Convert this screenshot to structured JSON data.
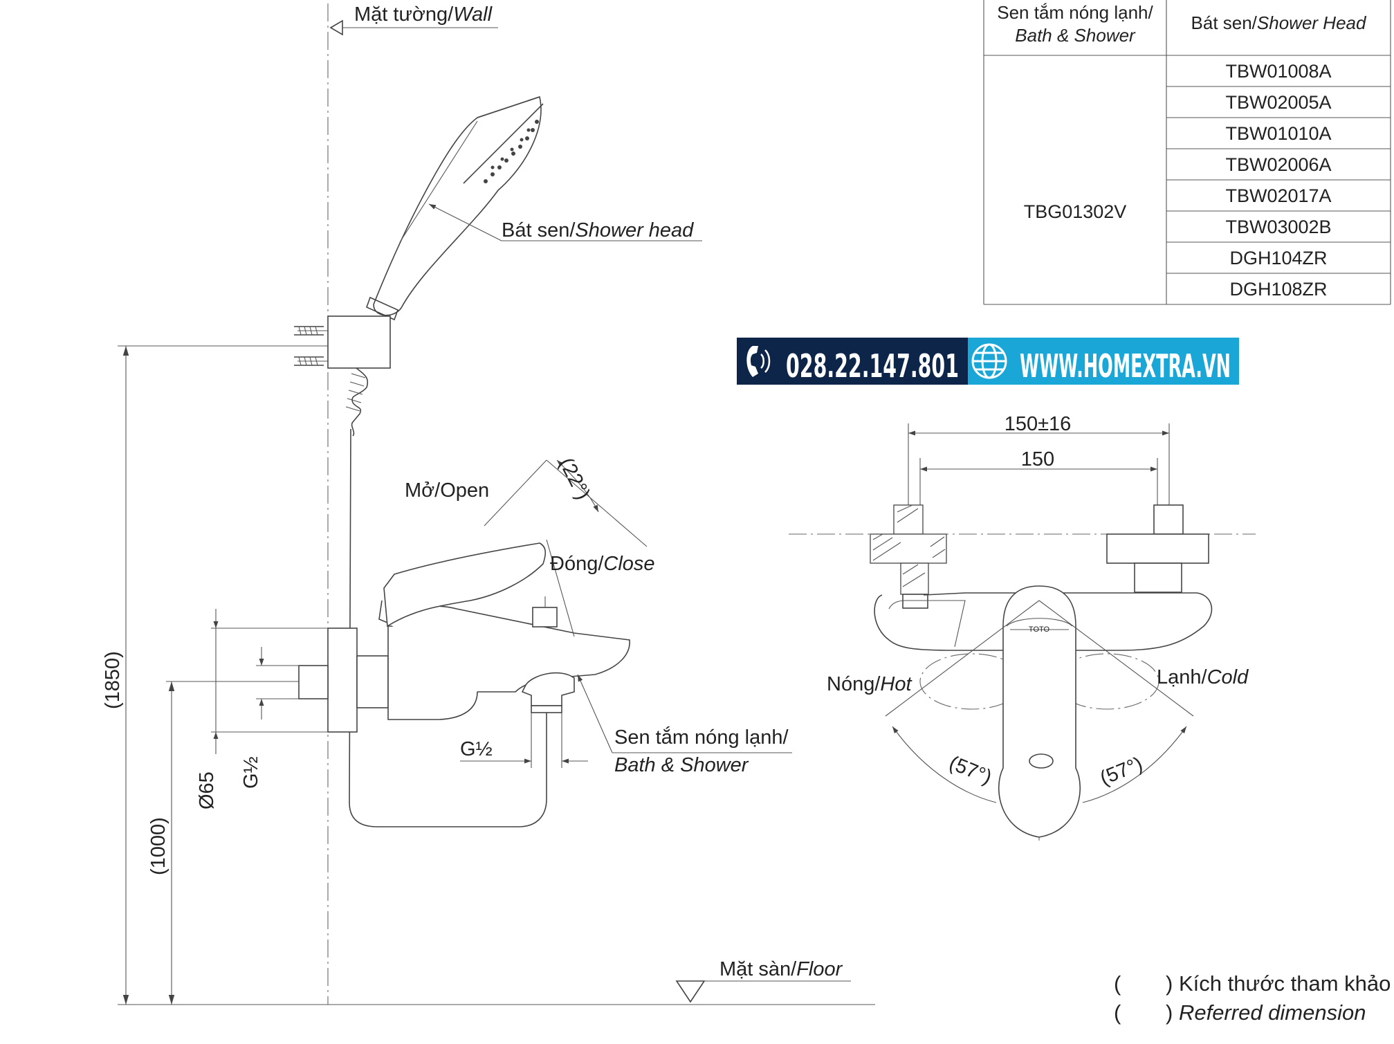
{
  "labels": {
    "wall_vi": "Mặt tường/",
    "wall_en": "Wall",
    "shower_head_vi": "Bát sen/",
    "shower_head_en": "Shower head",
    "open": "Mở/Open",
    "open_angle": "(22°)",
    "close_vi": "Đóng/",
    "close_en": "Close",
    "g_half_1": "G½",
    "g_half_2": "G½",
    "dia65": "Ø65",
    "mixer_vi": "Sen tắm nóng lạnh/",
    "mixer_en": "Bath & Shower",
    "height_1850": "(1850)",
    "height_1000": "(1000)",
    "floor_vi": "Mặt sàn/",
    "floor_en": "Floor",
    "dim_150_16": "150±16",
    "dim_150": "150",
    "hot_vi": "Nóng/",
    "hot_en": "Hot",
    "cold_vi": "Lạnh/",
    "cold_en": "Cold",
    "angle_left": "(57°)",
    "angle_right": "(57°)",
    "brand_mark": "TOTO"
  },
  "table": {
    "header_left_vi": "Sen tắm nóng lạnh/",
    "header_left_en": "Bath & Shower",
    "header_right_vi": "Bát sen/",
    "header_right_en": "Shower Head",
    "mixer_model": "TBG01302V",
    "shower_heads": [
      "TBW01008A",
      "TBW02005A",
      "TBW01010A",
      "TBW02006A",
      "TBW02017A",
      "TBW03002B",
      "DGH104ZR",
      "DGH108ZR"
    ]
  },
  "banner": {
    "phone": "028.22.147.801",
    "website": "WWW.HOMEXTRA.VN",
    "phone_icon": "phone-icon",
    "globe_icon": "globe-icon",
    "left_color": "#0d2548",
    "right_color": "#1aa7d8"
  },
  "legend": {
    "open_paren": "(",
    "close_paren": ")",
    "vi": "Kích thước tham khảo",
    "en": "Referred dimension"
  }
}
